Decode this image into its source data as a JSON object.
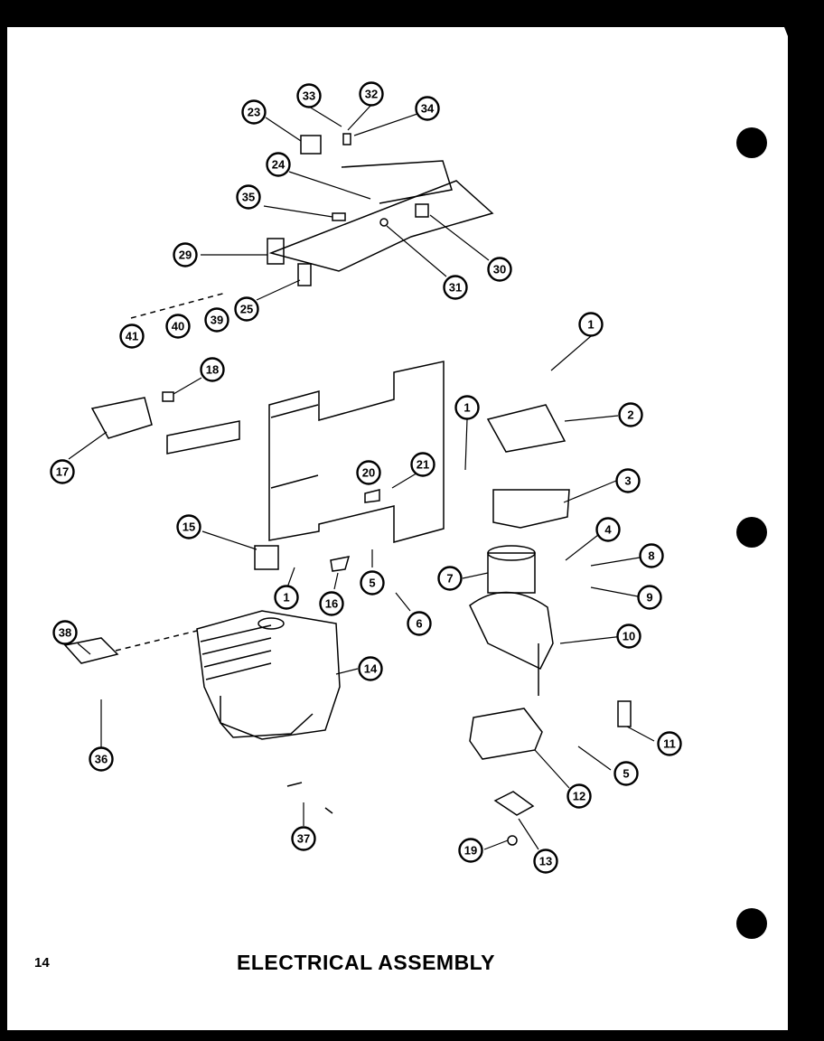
{
  "page": {
    "number": "14",
    "title": "ELECTRICAL ASSEMBLY"
  },
  "colors": {
    "background": "#000000",
    "paper": "#ffffff",
    "ink": "#000000"
  },
  "callouts": [
    {
      "label": "33"
    },
    {
      "label": "32"
    },
    {
      "label": "34"
    },
    {
      "label": "23"
    },
    {
      "label": "24"
    },
    {
      "label": "35"
    },
    {
      "label": "29"
    },
    {
      "label": "31"
    },
    {
      "label": "30"
    },
    {
      "label": "25"
    },
    {
      "label": "41"
    },
    {
      "label": "40"
    },
    {
      "label": "39"
    },
    {
      "label": "1"
    },
    {
      "label": "18"
    },
    {
      "label": "1"
    },
    {
      "label": "2"
    },
    {
      "label": "17"
    },
    {
      "label": "20"
    },
    {
      "label": "21"
    },
    {
      "label": "3"
    },
    {
      "label": "15"
    },
    {
      "label": "4"
    },
    {
      "label": "8"
    },
    {
      "label": "7"
    },
    {
      "label": "5"
    },
    {
      "label": "1"
    },
    {
      "label": "16"
    },
    {
      "label": "6"
    },
    {
      "label": "9"
    },
    {
      "label": "38"
    },
    {
      "label": "10"
    },
    {
      "label": "14"
    },
    {
      "label": "11"
    },
    {
      "label": "36"
    },
    {
      "label": "5"
    },
    {
      "label": "12"
    },
    {
      "label": "37"
    },
    {
      "label": "19"
    },
    {
      "label": "13"
    }
  ]
}
